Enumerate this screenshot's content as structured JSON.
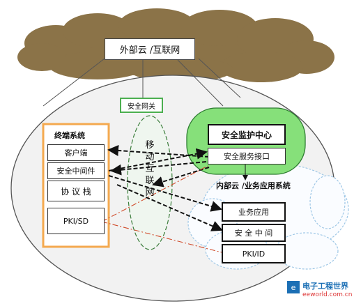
{
  "external": {
    "label": "外部云 /互联网"
  },
  "gateway": {
    "label": "安全网关"
  },
  "terminal": {
    "title": "终端系统",
    "items": [
      "客户端",
      "安全中间件",
      "协 议 栈",
      "PKI/SD"
    ]
  },
  "mobile_net": {
    "label": "移动互联网"
  },
  "monitor": {
    "title": "安全监护中心",
    "interface": "安全服务接口"
  },
  "internal": {
    "title": "内部云 /业务应用系统",
    "items": [
      "业务应用",
      "安 全 中 间",
      "PKI/ID"
    ]
  },
  "watermark": {
    "cn": "电子工程世界",
    "en": "eeworld.com.cn"
  },
  "colors": {
    "cloud": "#8b7348",
    "ellipse": "#f2f2f2",
    "gateway_border": "#4caf50",
    "monitor_fill": "#86e07a",
    "terminal_border": "#f4a94f",
    "dashdot": "#d04a2a",
    "blue_cloud": "#9ec7e6",
    "mobile_border": "#3a7d3a"
  }
}
